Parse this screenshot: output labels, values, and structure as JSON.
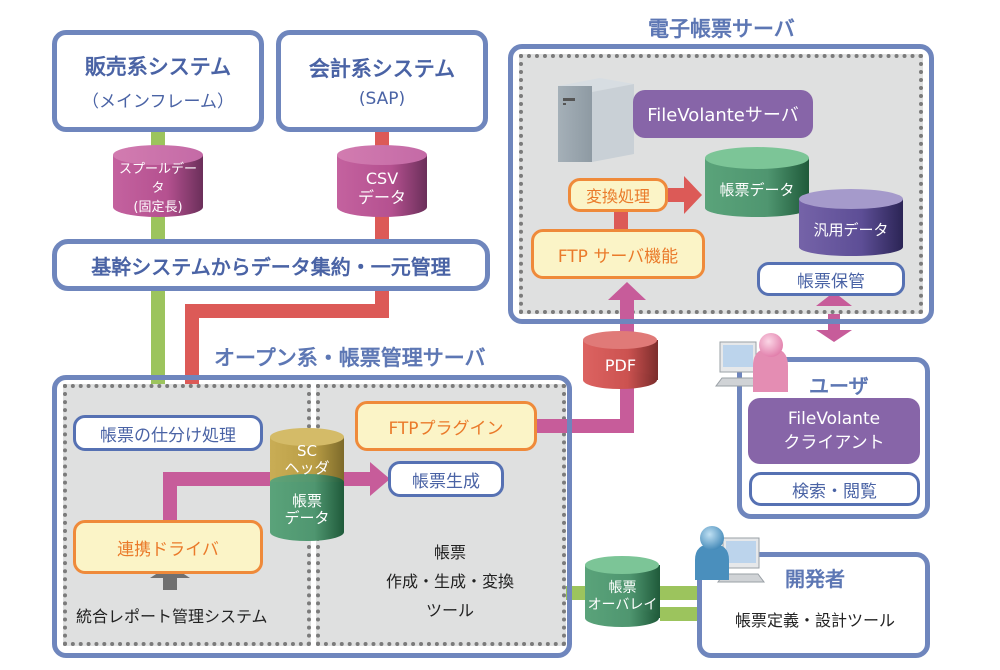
{
  "colors": {
    "frame": "#6f86bd",
    "green_flow": "#9cc45d",
    "red_flow": "#dc5a57",
    "pink_flow": "#c75c9a",
    "orange": "#ef8a3a",
    "purple": "#8765a8"
  },
  "sources": {
    "sales": {
      "title": "販売系システム",
      "subtitle": "（メインフレーム）"
    },
    "accounting": {
      "title": "会計系システム",
      "subtitle": "(SAP)"
    }
  },
  "databases": {
    "spool": {
      "line1": "スプールデータ",
      "line2": "(固定長)"
    },
    "csv": {
      "line1": "CSV",
      "line2": "データ"
    },
    "sc_header": {
      "line1": "SC",
      "line2": "ヘッダ"
    },
    "form_data_open": {
      "line1": "帳票",
      "line2": "データ"
    },
    "pdf": {
      "line1": "PDF"
    },
    "overlay": {
      "line1": "帳票",
      "line2": "オーバレイ"
    },
    "form_data_server": {
      "line1": "帳票データ"
    },
    "generic_data": {
      "line1": "汎用データ"
    }
  },
  "consolidation": {
    "label": "基幹システムからデータ集約・一元管理"
  },
  "open_server": {
    "title": "オープン系・帳票管理サーバ",
    "sorting": "帳票の仕分け処理",
    "driver": "連携ドライバ",
    "integrated_report": "統合レポート管理システム",
    "ftp_plugin": "FTPプラグイン",
    "form_generation": "帳票生成",
    "tool": {
      "line1": "帳票",
      "line2": "作成・生成・変換",
      "line3": "ツール"
    }
  },
  "e_server": {
    "title": "電子帳票サーバ",
    "product": "FileVolanteサーバ",
    "conversion": "変換処理",
    "ftp_server": "FTP サーバ機能",
    "storage": "帳票保管"
  },
  "user": {
    "title": "ユーザ",
    "client_line1": "FileVolante",
    "client_line2": "クライアント",
    "search": "検索・閲覧"
  },
  "developer": {
    "title": "開発者",
    "tool": "帳票定義・設計ツール"
  }
}
